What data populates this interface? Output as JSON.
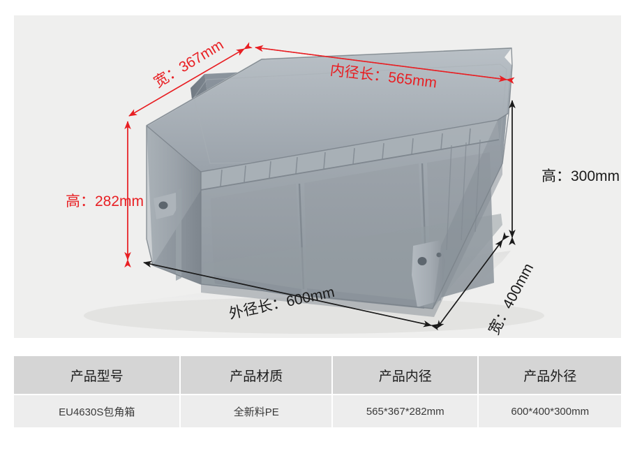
{
  "product_image": {
    "alt_name": "gray-plastic-eu-crate-photo",
    "background_color": "#efefee",
    "crate_color": "#9aa3ab",
    "dimension_annotations": [
      {
        "id": "inner-width",
        "label": "宽：367mm",
        "kind": "inner",
        "color": "#e81f23",
        "value": 367,
        "unit": "mm"
      },
      {
        "id": "inner-length",
        "label": "内径长：565mm",
        "kind": "inner",
        "color": "#e81f23",
        "value": 565,
        "unit": "mm"
      },
      {
        "id": "inner-height",
        "label": "高：282mm",
        "kind": "inner",
        "color": "#e81f23",
        "value": 282,
        "unit": "mm"
      },
      {
        "id": "outer-height",
        "label": "高：300mm",
        "kind": "outer",
        "color": "#1a1a1a",
        "value": 300,
        "unit": "mm"
      },
      {
        "id": "outer-length",
        "label": "外径长：600mm",
        "kind": "outer",
        "color": "#1a1a1a",
        "value": 600,
        "unit": "mm"
      },
      {
        "id": "outer-width",
        "label": "宽：400mm",
        "kind": "outer",
        "color": "#1a1a1a",
        "value": 400,
        "unit": "mm"
      }
    ]
  },
  "spec_table": {
    "headers": [
      "产品型号",
      "产品材质",
      "产品内径",
      "产品外径"
    ],
    "rows": [
      [
        "EU4630S包角箱",
        "全新料PE",
        "565*367*282mm",
        "600*400*300mm"
      ]
    ],
    "header_bg": "#d5d5d5",
    "body_bg": "#ededed"
  }
}
